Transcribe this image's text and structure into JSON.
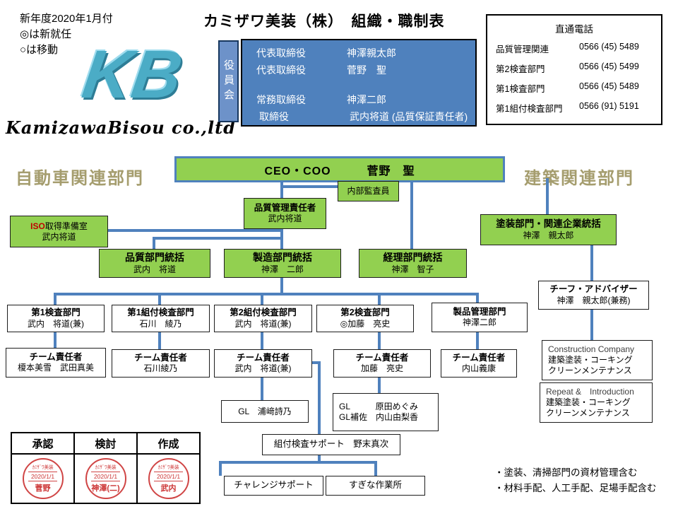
{
  "header": {
    "note_lines": [
      "新年度2020年1月付",
      "◎は新就任",
      "○は移動"
    ],
    "logo_text": "KB",
    "company_script": "KamizawaBisou co.,ltd",
    "title": "カミザワ美装（株）　組織・職制表"
  },
  "board": {
    "tab": "役員会",
    "rows": [
      {
        "role": "代表取締役",
        "name": "神澤親太郎"
      },
      {
        "role": "代表取締役",
        "name": "菅野　聖"
      },
      {
        "role": "常務取締役",
        "name": "神澤二郎"
      },
      {
        "role": "取締役",
        "name": "武内将道  (品質保証責任者)"
      }
    ]
  },
  "phone_box": {
    "title": "直通電話",
    "rows": [
      {
        "label": "品質管理関連",
        "number": "0566  (45) 5489"
      },
      {
        "label": "第2検査部門",
        "number": "0566  (45) 5499"
      },
      {
        "label": "第1検査部門",
        "number": "0566  (45) 5489"
      },
      {
        "label": "第1組付検査部門",
        "number": "0566  (91) 5191"
      }
    ]
  },
  "sections": {
    "left": "自動車関連部門",
    "right": "建築関連部門"
  },
  "org": {
    "ceo_label": "CEO・COO　　　菅野　聖",
    "internal_auditor": "内部監査員",
    "qm": {
      "title": "品質管理責任者",
      "name": "武内将道"
    },
    "iso": {
      "prefix": "ISO",
      "rest": "取得準備室",
      "name": "武内将道"
    },
    "quality_div": {
      "title": "品質部門統括",
      "name": "武内　将道"
    },
    "mfg_div": {
      "title": "製造部門統括",
      "name": "神澤　二郎"
    },
    "acct_div": {
      "title": "経理部門統括",
      "name": "神澤　智子"
    },
    "paint_div": {
      "title": "塗装部門・関連企業統括",
      "name": "神澤　親太郎"
    },
    "dept1": {
      "title": "第1検査部門",
      "name": "武内　将道(兼)"
    },
    "dept2": {
      "title": "第1組付検査部門",
      "name": "石川　綾乃"
    },
    "dept3": {
      "title": "第2組付検査部門",
      "name": "武内　将道(兼)"
    },
    "dept4": {
      "title": "第2検査部門",
      "name": "◎加藤　亮史"
    },
    "dept5": {
      "title": "製品管理部門",
      "name": "神澤二郎"
    },
    "team1": {
      "title": "チーム責任者",
      "name": "榎本美雪　武田真美"
    },
    "team2": {
      "title": "チーム責任者",
      "name": "石川綾乃"
    },
    "team3": {
      "title": "チーム責任者",
      "name": "武内　将道(兼)"
    },
    "team4": {
      "title": "チーム責任者",
      "name": "加藤　亮史"
    },
    "team5": {
      "title": "チーム責任者",
      "name": "内山義康"
    },
    "gl1": "GL　浦﨑詩乃",
    "gl2": {
      "line1": "GL　　　原田めぐみ",
      "line2": "GL補佐　内山由梨香"
    },
    "kumitsuke_support": "組付検査サポート　野末真次",
    "challenge": "チャレンジサポート",
    "sugina": "すぎな作業所",
    "chief_advisor": {
      "title": "チーフ・アドバイザー",
      "name": "神澤　親太郎(兼務)"
    },
    "construction": {
      "line1": "Construction Company",
      "line2": "建築塗装・コーキング",
      "line3": "クリーンメンテナンス"
    },
    "repeat": {
      "line1": "Repeat &　Introduction",
      "line2": "建築塗装・コーキング",
      "line3": "クリーンメンテナンス"
    }
  },
  "approval_table": {
    "headers": [
      "承認",
      "検討",
      "作成"
    ],
    "stamps": [
      {
        "company": "ｶﾐｻﾞﾜ美装",
        "date": "2020/1/1",
        "name": "菅野"
      },
      {
        "company": "ｶﾐｻﾞﾜ美装",
        "date": "2020/1/1",
        "name": "神澤(二)"
      },
      {
        "company": "ｶﾐｻﾞﾜ美装",
        "date": "2020/1/1",
        "name": "武内"
      }
    ]
  },
  "notes": [
    "・塗装、清掃部門の資材管理含む",
    "・材料手配、人工手配、足場手配含む"
  ],
  "colors": {
    "box_green": "#92D050",
    "board_blue": "#4F81BD",
    "connector_blue": "#4F81BD",
    "stamp_red": "#CC3333",
    "iso_red": "#C00000",
    "section_olive": "#A59D6E"
  }
}
